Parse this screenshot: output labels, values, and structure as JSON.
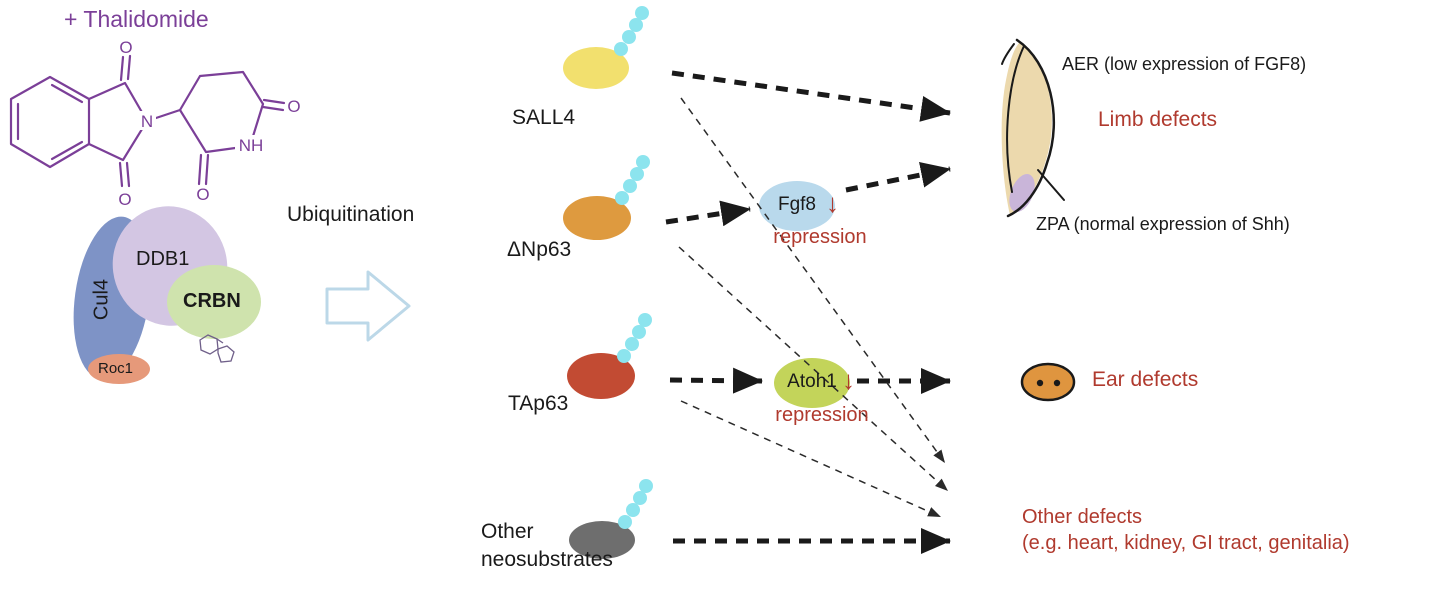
{
  "header": {
    "title": "+ Thalidomide"
  },
  "complex": {
    "cul4": "Cul4",
    "ddb1": "DDB1",
    "crbn": "CRBN",
    "roc1": "Roc1"
  },
  "process": {
    "label": "Ubiquitination"
  },
  "molecule": {
    "atoms": [
      "O",
      "N",
      "O",
      "O",
      "NH",
      "O"
    ]
  },
  "substrates": [
    {
      "name": "SALL4",
      "color": "#f2e06e"
    },
    {
      "name": "ΔNp63",
      "color": "#de9a3f"
    },
    {
      "name": "TAp63",
      "color": "#c24b33"
    },
    {
      "name": "Other neosubstrates",
      "color": "#6e6e6e"
    }
  ],
  "targets": [
    {
      "name": "Fgf8",
      "arrow": "↓",
      "effect": "repression",
      "color": "#b9d9ec"
    },
    {
      "name": "Atoh1",
      "arrow": "↓",
      "effect": "repression",
      "color": "#c3d45a"
    }
  ],
  "outcomes": {
    "limb": {
      "aer": "AER (low expression of FGF8)",
      "label": "Limb defects",
      "zpa": "ZPA (normal expression of Shh)"
    },
    "ear": {
      "label": "Ear defects"
    },
    "other": {
      "label": "Other defects",
      "detail": "(e.g. heart, kidney, GI tract, genitalia)"
    }
  },
  "colors": {
    "purple": "#7b3f98",
    "red": "#b03a2e",
    "cul4": "#7e93c6",
    "ddb1": "#d3c6e3",
    "crbn": "#cfe3ad",
    "roc1": "#e6997a",
    "ubiquitin": "#8ce4ee",
    "limb_bud": "#ecd9ad",
    "zpa": "#c9b5d9",
    "ear": "#df953f",
    "ubiq_arrow_outline": "#bcd8e8"
  }
}
